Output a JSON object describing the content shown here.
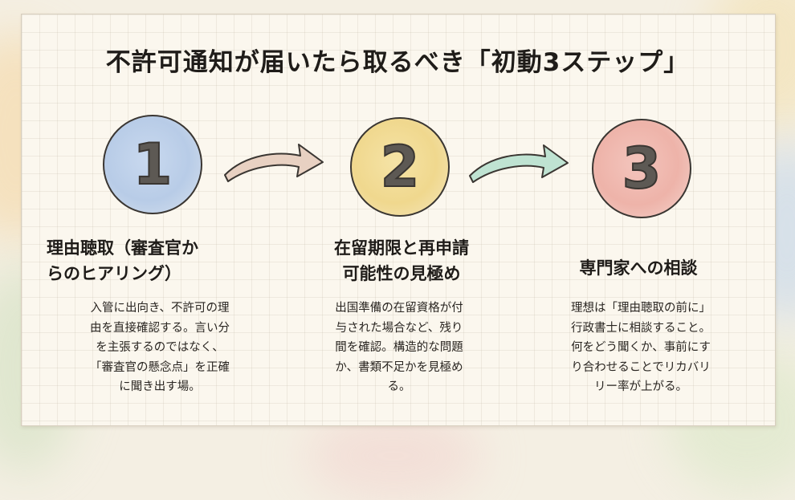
{
  "title": "不許可通知が届いたら取るべき「初動3ステップ」",
  "steps": [
    {
      "number": "1",
      "title_line1": "理由聴取（審査官か",
      "title_line2": "らのヒアリング）",
      "desc_lines": [
        "入管に出向き、不許可の理",
        "由を直接確認する。言い分",
        "を主張するのではなく、",
        "「審査官の懸念点」を正確",
        "に聞き出す場。"
      ],
      "color": "#b8cce7"
    },
    {
      "number": "2",
      "title_line1": "在留期限と再申請",
      "title_line2": "可能性の見極め",
      "desc_lines": [
        "出国準備の在留資格が付",
        "与された場合など、残り",
        "間を確認。構造的な問題",
        "か、書類不足かを見極め",
        "る。"
      ],
      "color": "#f0d88e"
    },
    {
      "number": "3",
      "title_line1": "専門家への相談",
      "desc_lines": [
        "理想は「理由聴取の前に」",
        "行政書士に相談すること。",
        "何をどう聞くか、事前にす",
        "り合わせることでリカバリ",
        "リー率が上がる。"
      ],
      "color": "#eeb3a9"
    }
  ],
  "arrows": [
    {
      "icon": "curved-arrow-right-icon",
      "color": "#e7cfc0"
    },
    {
      "icon": "curved-arrow-right-icon",
      "color": "#bfe3d2"
    }
  ]
}
